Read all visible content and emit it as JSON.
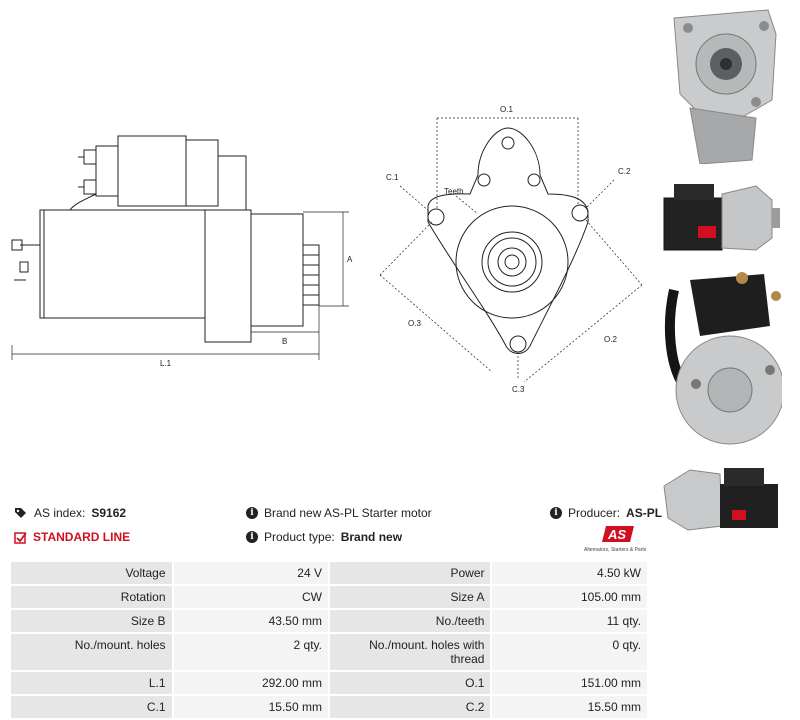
{
  "drawing": {
    "labels": {
      "a": "A",
      "b": "B",
      "l1": "L.1",
      "o1": "O.1",
      "o2": "O.2",
      "o3": "O.3",
      "c1": "C.1",
      "c2": "C.2",
      "c3": "C.3",
      "teeth": "Teeth"
    }
  },
  "info": {
    "as_index_label": "AS index:",
    "as_index_value": "S9162",
    "line": "STANDARD LINE",
    "description": "Brand new AS-PL Starter motor",
    "product_type_label": "Product type:",
    "product_type_value": "Brand new",
    "producer_label": "Producer:",
    "producer_value": "AS-PL",
    "logo_text": "AS",
    "logo_tagline": "Alternators, Starters & Parts"
  },
  "specs": [
    [
      "Voltage",
      "24 V",
      "Power",
      "4.50 kW"
    ],
    [
      "Rotation",
      "CW",
      "Size A",
      "105.00 mm"
    ],
    [
      "Size B",
      "43.50 mm",
      "No./teeth",
      "11 qty."
    ],
    [
      "No./mount. holes",
      "2 qty.",
      "No./mount. holes with thread",
      "0 qty."
    ],
    [
      "L.1",
      "292.00 mm",
      "O.1",
      "151.00 mm"
    ],
    [
      "C.1",
      "15.50 mm",
      "C.2",
      "15.50 mm"
    ]
  ],
  "colors": {
    "accent_red": "#d01020",
    "table_bg": "#f0f0f0"
  }
}
